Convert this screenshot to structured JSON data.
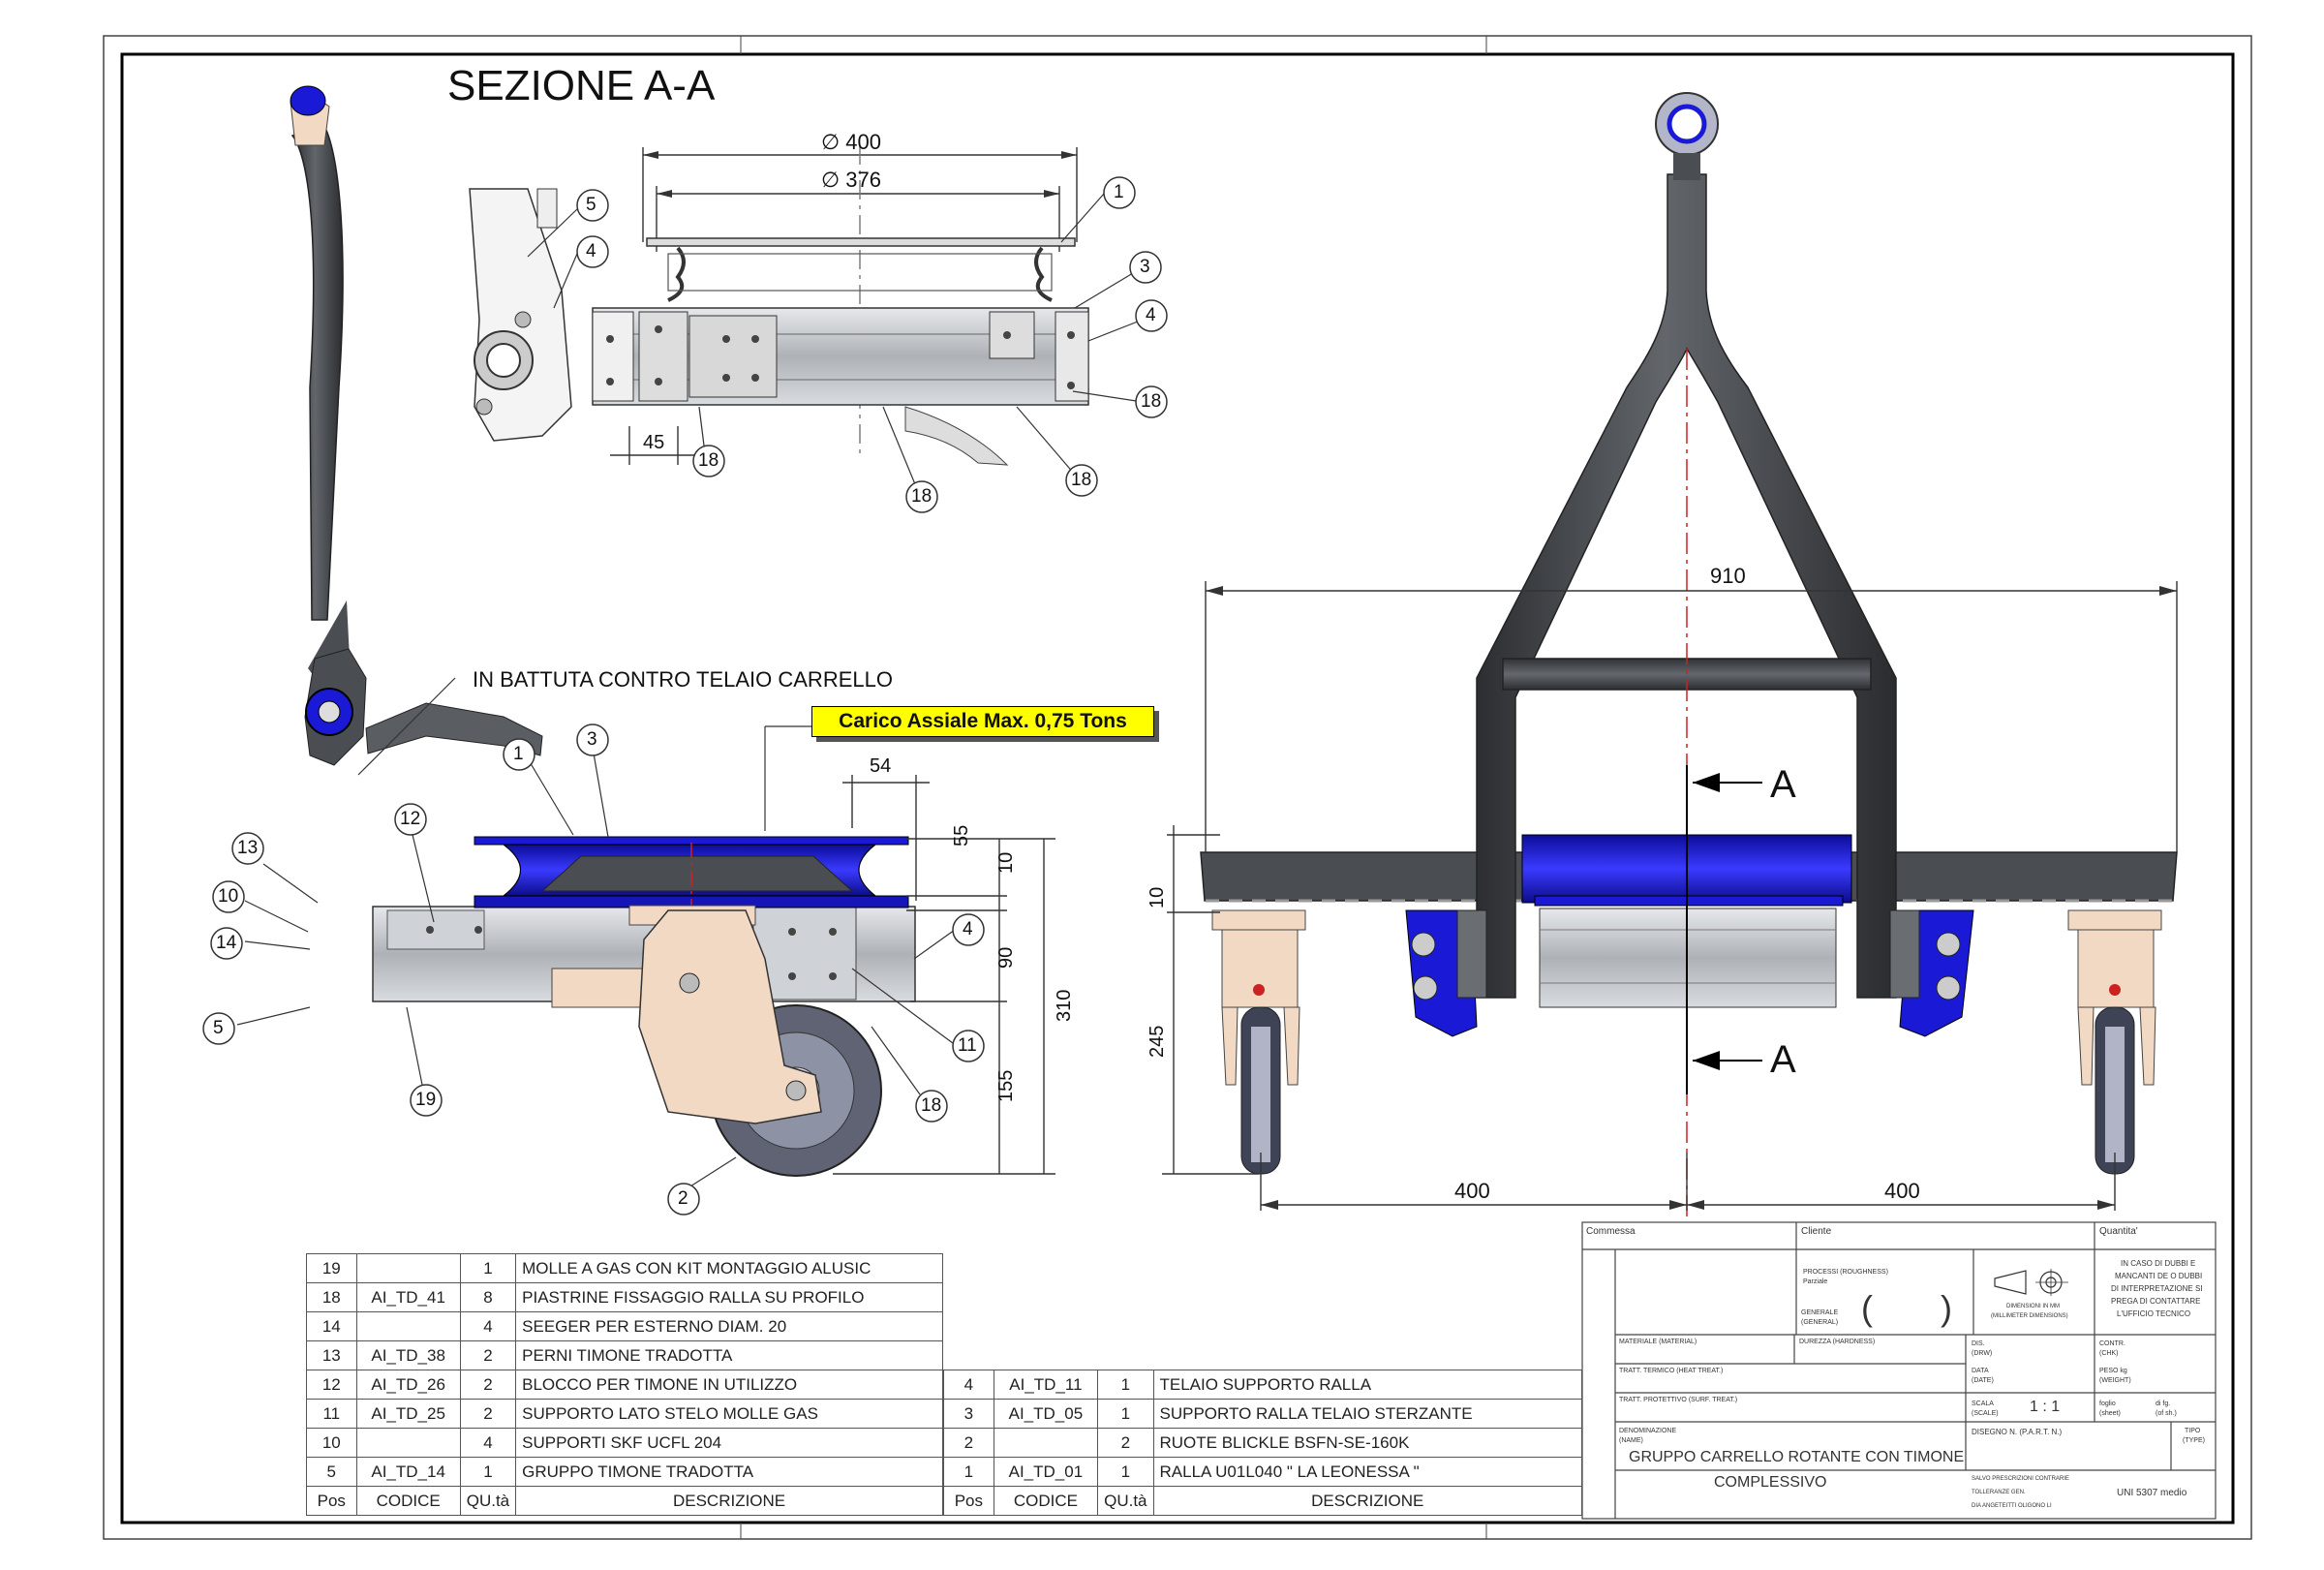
{
  "drawing": {
    "section_title": "SEZIONE A-A",
    "section_marks": [
      "A",
      "A"
    ],
    "annotation_contact": "IN BATTUTA CONTRO TELAIO CARRELLO",
    "annotation_load": "Carico Assiale Max. 0,75 Tons",
    "dimensions": {
      "top_view": [
        "400",
        "376",
        "45"
      ],
      "side_view": [
        "54",
        "55",
        "10",
        "90",
        "310",
        "155"
      ],
      "front_view": [
        "910",
        "10",
        "245",
        "400",
        "400"
      ]
    },
    "diameter_symbol": "∅",
    "balloons": {
      "top_view": [
        "5",
        "4",
        "1",
        "3",
        "4",
        "18",
        "18",
        "18",
        "18"
      ],
      "side_view": [
        "1",
        "3",
        "12",
        "13",
        "10",
        "14",
        "5",
        "19",
        "4",
        "11",
        "18",
        "2"
      ]
    },
    "colors": {
      "frame_dark": "#4a4d52",
      "ring_blue": "#1a1ad6",
      "bracket_tan": "#f2d9c4",
      "rail_grey": "#c9ccd1",
      "centerline_red": "#cc2222",
      "note_yellow": "#ffff00"
    }
  },
  "bom": {
    "headers": [
      "Pos",
      "CODICE",
      "QU.tà",
      "DESCRIZIONE"
    ],
    "left": [
      {
        "pos": "19",
        "codice": "",
        "qty": "1",
        "desc": "MOLLE A GAS CON KIT MONTAGGIO ALUSIC"
      },
      {
        "pos": "18",
        "codice": "AI_TD_41",
        "qty": "8",
        "desc": "PIASTRINE FISSAGGIO RALLA SU PROFILO"
      },
      {
        "pos": "14",
        "codice": "",
        "qty": "4",
        "desc": "SEEGER PER ESTERNO DIAM. 20"
      },
      {
        "pos": "13",
        "codice": "AI_TD_38",
        "qty": "2",
        "desc": "PERNI TIMONE TRADOTTA"
      },
      {
        "pos": "12",
        "codice": "AI_TD_26",
        "qty": "2",
        "desc": "BLOCCO PER TIMONE IN UTILIZZO"
      },
      {
        "pos": "11",
        "codice": "AI_TD_25",
        "qty": "2",
        "desc": "SUPPORTO LATO STELO MOLLE GAS"
      },
      {
        "pos": "10",
        "codice": "",
        "qty": "4",
        "desc": "SUPPORTI SKF UCFL 204"
      },
      {
        "pos": "5",
        "codice": "AI_TD_14",
        "qty": "1",
        "desc": "GRUPPO TIMONE TRADOTTA"
      }
    ],
    "right": [
      {
        "pos": "4",
        "codice": "AI_TD_11",
        "qty": "1",
        "desc": "TELAIO SUPPORTO RALLA"
      },
      {
        "pos": "3",
        "codice": "AI_TD_05",
        "qty": "1",
        "desc": "SUPPORTO RALLA TELAIO STERZANTE"
      },
      {
        "pos": "2",
        "codice": "",
        "qty": "2",
        "desc": "RUOTE BLICKLE BSFN-SE-160K"
      },
      {
        "pos": "1",
        "codice": "AI_TD_01",
        "qty": "1",
        "desc": "RALLA U01L040 \" LA LEONESSA \""
      }
    ]
  },
  "title_block": {
    "commessa": "Commessa",
    "cliente": "Cliente",
    "quantita": "Quantita'",
    "note_lines": [
      "IN CASO DI DUBBI E",
      "MANCANTI DE O DUBBI",
      "DI INTERPRETAZIONE SI",
      "PREGA DI CONTATTARE",
      "L'UFFICIO TECNICO"
    ],
    "materiale": "MATERIALE (MATERIAL)",
    "durezza": "DUREZZA (HARDNESS)",
    "tratt_termico": "TRATT. TERMICO (HEAT TREAT.)",
    "tratt_protettivo": "TRATT. PROTETTIVO (SURF. TREAT.)",
    "processi": "PROCESSI (ROUGHNESS)",
    "parziale": "Parziale",
    "generale": "GENERALE",
    "generale_en": "(GENERAL)",
    "dimensioni": "DIMENSIONI IN MM",
    "dimensioni_en": "(MILLIMETER DIMENSIONS)",
    "dis": "DIS.",
    "dis_en": "(DRW)",
    "data": "DATA",
    "data_en": "(DATE)",
    "contr": "CONTR.",
    "contr_en": "(CHK)",
    "peso": "PESO kg",
    "peso_en": "(WEIGHT)",
    "scala": "SCALA",
    "scala_en": "(SCALE)",
    "scala_value": "1 : 1",
    "foglio": "foglio",
    "foglio_en": "(sheet)",
    "di_fg": "di fg.",
    "di_fg_en": "(of sh.)",
    "denominazione": "DENOMINAZIONE",
    "denominazione_en": "(NAME)",
    "name_line1": "GRUPPO CARRELLO ROTANTE CON TIMONE",
    "name_line2": "COMPLESSIVO",
    "disegno_n": "DISEGNO N. (P.A.R.T. N.)",
    "tipo": "TIPO",
    "tipo_en": "(TYPE)",
    "standard": "UNI 5307 medio",
    "fine_lines": [
      "SALVO PRESCRIZIONI CONTRARIE",
      "TOLLERANZE GEN.",
      "DIA ANGETEITTI OLIGONO LI"
    ]
  }
}
